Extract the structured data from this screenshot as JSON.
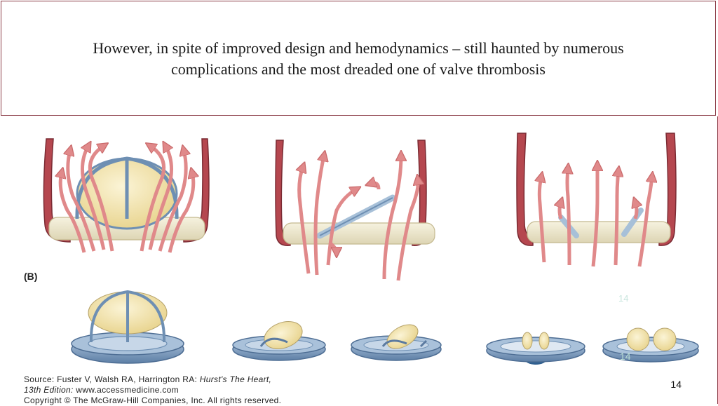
{
  "slide": {
    "title_line1": "However, in spite of improved design and hemodynamics – still haunted by numerous",
    "title_line2": "complications and the most dreaded one of valve thrombosis",
    "panel_label": "(B)",
    "caption_line1_prefix": "Source: Fuster V, Walsh RA, Harrington RA: ",
    "caption_line1_italic": "Hurst's The Heart,",
    "caption_line2_italic": "13th Edition:",
    "caption_line2_rest": " www.accessmedicine.com",
    "caption_line3": "Copyright © The McGraw-Hill Companies, Inc. All rights reserved.",
    "page_number": "14",
    "ghost_number": "14"
  },
  "colors": {
    "border": "#8a3a45",
    "wall": "#b5474f",
    "arrow": "#e0898a",
    "ball": "#f3e6b5",
    "cage": "#6e8fb3",
    "ring": "#e9e3c8",
    "disc": "#a7c0d8"
  }
}
